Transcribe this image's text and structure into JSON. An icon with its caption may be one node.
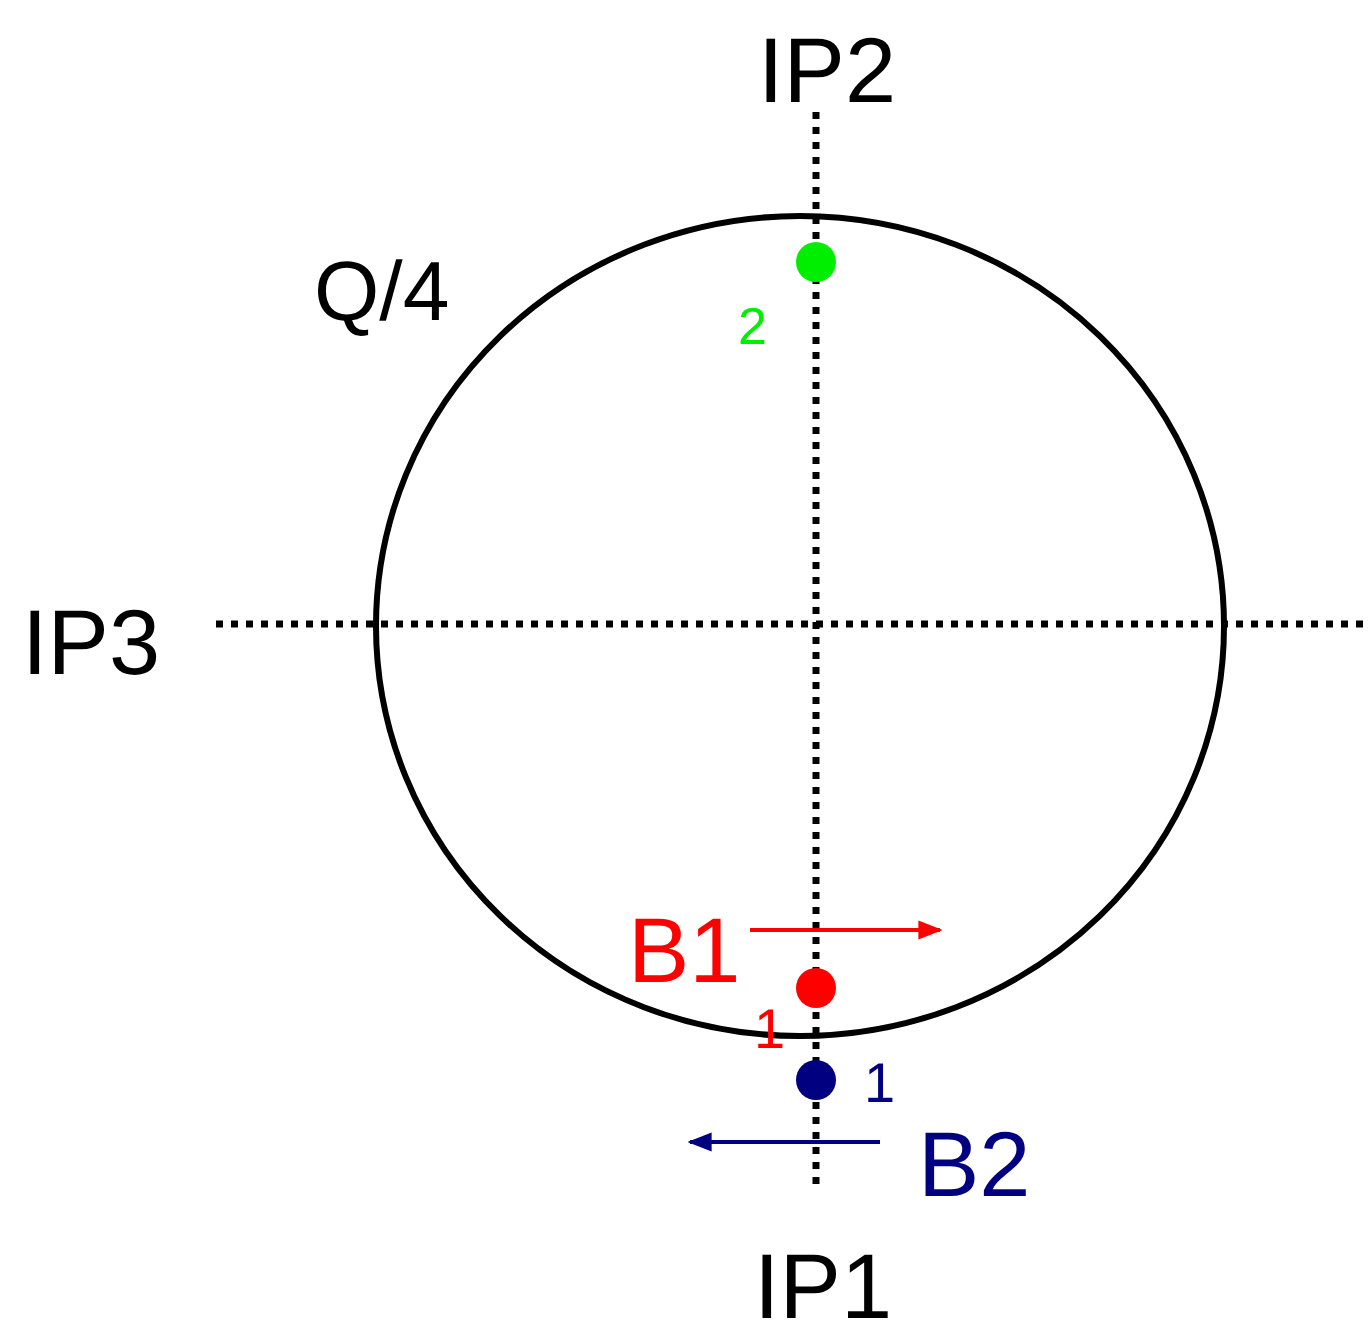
{
  "diagram": {
    "nodes": [
      {
        "text": [],
        "shape": "circle",
        "beside": [
          "2"
        ]
      },
      {
        "text": [],
        "shape": "circle",
        "beside": [
          "1"
        ]
      },
      {
        "text": [],
        "shape": "circle",
        "beside": [
          "1"
        ]
      }
    ],
    "labels": [
      "IP2",
      "Q/4",
      "IP3",
      "B1",
      "B2",
      "IP1"
    ]
  }
}
